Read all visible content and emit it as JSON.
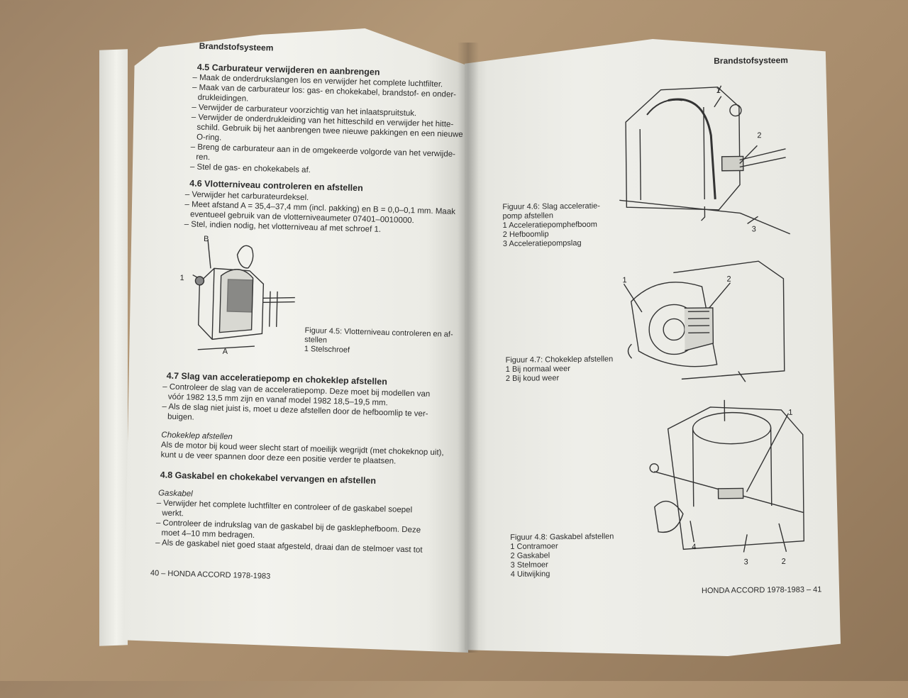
{
  "left_page": {
    "header": "Brandstofsysteem",
    "section_4_5": {
      "title": "4.5 Carburateur verwijderen en aanbrengen",
      "lines": [
        "– Maak de onderdrukslangen los en verwijder het complete luchtfilter.",
        "– Maak van de carburateur los: gas- en chokekabel, brandstof- en onder-",
        "drukleidingen.",
        "– Verwijder de carburateur voorzichtig van het inlaatspruitstuk.",
        "– Verwijder de onderdrukleiding van het hitteschild en verwijder het hitte-",
        "schild. Gebruik bij het aanbrengen twee nieuwe pakkingen en een nieuwe",
        "O-ring.",
        "– Breng de carburateur aan in de omgekeerde volgorde van het verwijde-",
        "ren.",
        "– Stel de gas- en chokekabels af."
      ]
    },
    "section_4_6": {
      "title": "4.6 Vlotterniveau controleren en afstellen",
      "lines": [
        "– Verwijder het carburateurdeksel.",
        "– Meet afstand A = 35,4–37,4 mm (incl. pakking) en B = 0,0–0,1 mm. Maak",
        "eventueel gebruik van de vlotterniveaumeter 07401–0010000.",
        "– Stel, indien nodig, het vlotterniveau af met schroef 1."
      ]
    },
    "figure_4_5": {
      "caption_line1": "Figuur 4.5: Vlotterniveau controleren en af-",
      "caption_line2": "stellen",
      "caption_line3": "1 Stelschroef",
      "label_1": "1",
      "label_A": "A",
      "label_B": "B"
    },
    "section_4_7": {
      "title": "4.7 Slag van acceleratiepomp en chokeklep afstellen",
      "lines": [
        "– Controleer de slag van de acceleratiepomp. Deze moet bij modellen van",
        "vóór 1982 13,5 mm zijn en vanaf model 1982 18,5–19,5 mm.",
        "– Als de slag niet juist is, moet u deze afstellen door de hefboomlip te ver-",
        "buigen."
      ],
      "sub_title": "Chokeklep afstellen",
      "sub_lines": [
        "Als de motor bij koud weer slecht start of moeilijk wegrijdt (met chokeknop uit),",
        "kunt u de veer spannen door deze een positie verder te plaatsen."
      ]
    },
    "section_4_8": {
      "title": "4.8 Gaskabel en chokekabel vervangen en afstellen",
      "sub_title": "Gaskabel",
      "lines": [
        "– Verwijder het complete luchtfilter en controleer of de gaskabel soepel",
        "werkt.",
        "– Controleer de indrukslag van de gaskabel bij de gasklephefboom. Deze",
        "moet 4–10 mm bedragen.",
        "– Als de gaskabel niet goed staat afgesteld, draai dan de stelmoer vast tot"
      ]
    },
    "footer": "40 – HONDA ACCORD 1978-1983"
  },
  "right_page": {
    "header": "Brandstofsysteem",
    "figure_4_6": {
      "caption": [
        "Figuur 4.6: Slag acceleratie-",
        "pomp afstellen",
        "1 Acceleratiepomphefboom",
        "2 Hefboomlip",
        "3 Acceleratiepompslag"
      ],
      "labels": [
        "1",
        "2",
        "3"
      ]
    },
    "figure_4_7": {
      "caption": [
        "Figuur 4.7: Chokeklep afstellen",
        "1 Bij normaal weer",
        "2 Bij koud weer"
      ],
      "labels": [
        "1",
        "2"
      ]
    },
    "figure_4_8": {
      "caption": [
        "Figuur 4.8: Gaskabel afstellen",
        "1 Contramoer",
        "2 Gaskabel",
        "3 Stelmoer",
        "4 Uitwijking"
      ],
      "labels": [
        "1",
        "2",
        "3",
        "4"
      ]
    },
    "footer": "HONDA ACCORD 1978-1983 – 41"
  }
}
